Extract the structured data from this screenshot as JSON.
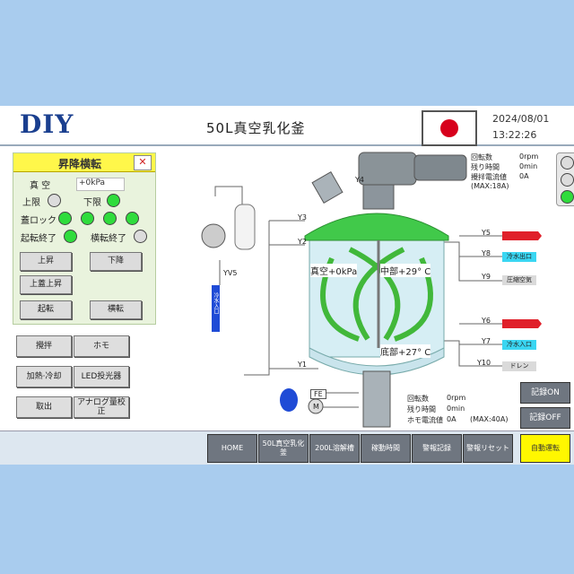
{
  "header": {
    "logo": "DIY",
    "title": "50L真空乳化釜",
    "date": "2024/08/01",
    "time": "13:22:26",
    "flag_color": "#d7001c"
  },
  "panel": {
    "title": "昇降横転",
    "close_icon": "close-icon",
    "vacuum_label": "真 空",
    "vacuum_value": "+0kPa",
    "upper_limit": "上限",
    "lower_limit": "下限",
    "lid_lock": "蓋ロック",
    "raise_done": "起転終了",
    "tilt_done": "横転終了",
    "btn_up": "上昇",
    "btn_down": "下降",
    "btn_lid_up": "上蓋上昇",
    "btn_raise": "起転",
    "btn_tilt": "横転"
  },
  "left_buttons": {
    "stir": "攪拌",
    "homo": "ホモ",
    "heat_cool": "加熱·冷却",
    "led": "LED投光器",
    "drain": "取出",
    "analog": "アナログ量校正"
  },
  "diagram": {
    "valves": {
      "y4": "Y4",
      "y3": "Y3",
      "y2": "Y2",
      "y1": "Y1",
      "yv5": "YV5",
      "y5": "Y5",
      "y8": "Y8",
      "y9": "Y9",
      "y6": "Y6",
      "y7": "Y7",
      "y10": "Y10"
    },
    "vacuum_readout": "真空+0kPa",
    "middle_temp": "中部+29° C",
    "bottom_temp": "底部+27° C",
    "pipe_in": "冷水入口",
    "outlets": [
      {
        "tag": "Y8",
        "label": "冷水出口",
        "color": "#3ad6f2"
      },
      {
        "tag": "Y9",
        "label": "圧縮空気",
        "color": "#dadada"
      },
      {
        "tag": "Y7",
        "label": "冷水入口",
        "color": "#3ad6f2"
      },
      {
        "tag": "Y10",
        "label": "ドレン",
        "color": "#dadada"
      }
    ],
    "red_outlet_color": "#e0202a",
    "top_info": {
      "rpm_label": "回転数",
      "rpm": "0rpm",
      "remain_label": "残り時間",
      "remain": "0min",
      "current_label": "攪拌電流値",
      "current": "0A",
      "max": "(MAX:18A)"
    },
    "bottom_info": {
      "rpm_label": "回転数",
      "rpm": "0rpm",
      "remain_label": "残り時間",
      "remain": "0min",
      "current_label": "ホモ電流値",
      "current": "0A",
      "max": "(MAX:40A)"
    },
    "fe": "FE",
    "m": "M"
  },
  "record": {
    "on": "記録ON",
    "off": "記録OFF"
  },
  "nav": [
    {
      "label": "HOME"
    },
    {
      "label": "50L真空乳化釜"
    },
    {
      "label": "200L溶解槽"
    },
    {
      "label": "稼動時間"
    },
    {
      "label": "警報記録"
    },
    {
      "label": "警報リセット"
    },
    {
      "label": "自動運転"
    }
  ]
}
